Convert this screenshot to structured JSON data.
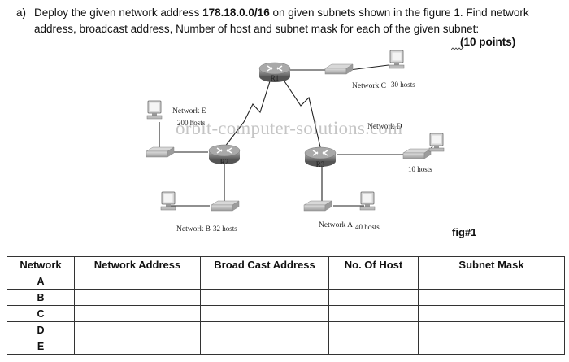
{
  "question": {
    "label": "a)",
    "line1_pre": "Deploy the given network address ",
    "line1_bold": "178.18.0.0/16",
    "line1_post": " on given subnets shown in the figure 1. Find network",
    "line2": "address, broadcast address, Number of host and subnet mask for each of the given subnet:",
    "points": "(10 points)"
  },
  "diagram": {
    "routers": {
      "r1": "R1",
      "r2": "R2",
      "r3": "R3"
    },
    "network_c": {
      "name": "Network C",
      "hosts": "30 hosts"
    },
    "network_e": {
      "name": "Network E",
      "hosts": "200 hosts"
    },
    "network_d": {
      "name": "Network D",
      "hosts": "10 hosts"
    },
    "network_b": {
      "name": "Network B",
      "hosts": "32 hosts"
    },
    "network_a": {
      "name": "Network A",
      "hosts": "40 hosts"
    },
    "watermark": "orbit-computer-solutions.com",
    "fig_label": "fig#1",
    "colors": {
      "router_top": "#9a9a9a",
      "router_body": "#6e6e6e",
      "switch": "#bdbdbd",
      "pc": "#cfcfcf"
    }
  },
  "table": {
    "headers": [
      "Network",
      "Network Address",
      "Broad Cast Address",
      "No. Of Host",
      "Subnet Mask"
    ],
    "rows": [
      [
        "A",
        "",
        "",
        "",
        ""
      ],
      [
        "B",
        "",
        "",
        "",
        ""
      ],
      [
        "C",
        "",
        "",
        "",
        ""
      ],
      [
        "D",
        "",
        "",
        "",
        ""
      ],
      [
        "E",
        "",
        "",
        "",
        ""
      ]
    ]
  }
}
